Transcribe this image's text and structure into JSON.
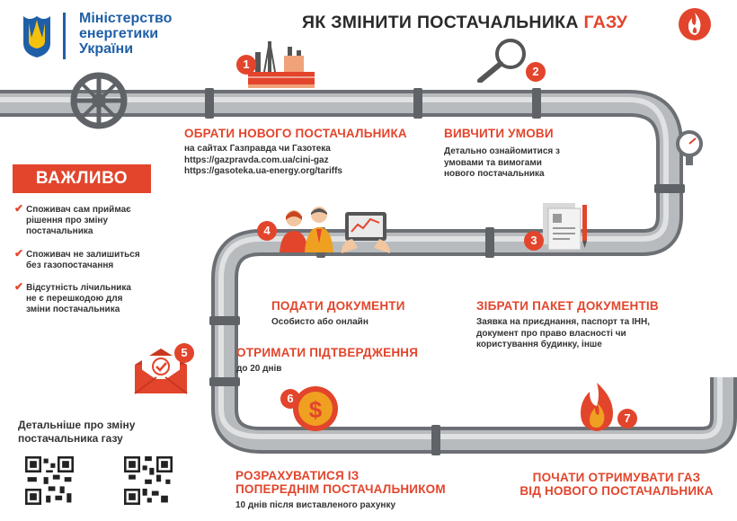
{
  "ministry": {
    "line1": "Міністерство",
    "line2": "енергетики",
    "line3": "України",
    "emblem_icon": "trident-emblem-icon"
  },
  "title": {
    "main": "ЯК ЗМІНИТИ ПОСТАЧАЛЬНИКА",
    "highlight": "ГАЗУ",
    "icon": "flame-icon"
  },
  "important": {
    "heading": "ВАЖЛИВО",
    "items": [
      {
        "line1": "Споживач сам приймає",
        "line2": "рішення про зміну",
        "line3": "постачальника"
      },
      {
        "line1": "Споживач не залишиться",
        "line2": "без газопостачання"
      },
      {
        "line1": "Відсутність лічильника",
        "line2": "не є перешкодою для",
        "line3": "зміни постачальника"
      }
    ]
  },
  "steps": [
    {
      "num": "1",
      "icon": "gas-plant-icon",
      "title": "ОБРАТИ НОВОГО ПОСТАЧАЛЬНИКА",
      "lines": [
        "на сайтах Газправда чи Газотека",
        "https://gazpravda.com.ua/cini-gaz",
        "https://gasoteka.ua-energy.org/tariffs"
      ]
    },
    {
      "num": "2",
      "icon": "magnifier-icon",
      "title": "ВИВЧИТИ УМОВИ",
      "lines": [
        "Детально ознайомитися з",
        "умовами та вимогами",
        "нового постачальника"
      ]
    },
    {
      "num": "3",
      "icon": "documents-pen-icon",
      "title": "ЗІБРАТИ ПАКЕТ ДОКУМЕНТІВ",
      "lines": [
        "Заявка на приєднання, паспорт та ІНН,",
        "документ про право власності чи",
        "користування будинку, інше"
      ]
    },
    {
      "num": "4",
      "icon": "people-tablet-icon",
      "title": "ПОДАТИ ДОКУМЕНТИ",
      "lines": [
        "Особисто або онлайн"
      ]
    },
    {
      "num": "5",
      "icon": "envelope-check-icon",
      "title": "ОТРИМАТИ ПІДТВЕРДЖЕННЯ",
      "lines": [
        "до 20 днів"
      ]
    },
    {
      "num": "6",
      "icon": "dollar-coin-icon",
      "title_line1": "РОЗРАХУВАТИСЯ ІЗ",
      "title_line2": "ПОПЕРЕДНІМ ПОСТАЧАЛЬНИКОМ",
      "lines": [
        "10 днів після виставленого рахунку"
      ]
    },
    {
      "num": "7",
      "icon": "fire-icon",
      "title_line1": "ПОЧАТИ ОТРИМУВАТИ ГАЗ",
      "title_line2": "ВІД НОВОГО ПОСТАЧАЛЬНИКА",
      "lines": []
    }
  ],
  "more_info": {
    "line1": "Детальніше про зміну",
    "line2": "постачальника газу"
  },
  "qr_codes": [
    "qr-code-icon",
    "qr-code-icon"
  ],
  "colors": {
    "accent": "#e2452c",
    "pipe": "#8e9296",
    "pipe_light": "#c9cccf",
    "ministry_blue": "#1f5fa8",
    "ukraine_yellow": "#f4c20d"
  }
}
